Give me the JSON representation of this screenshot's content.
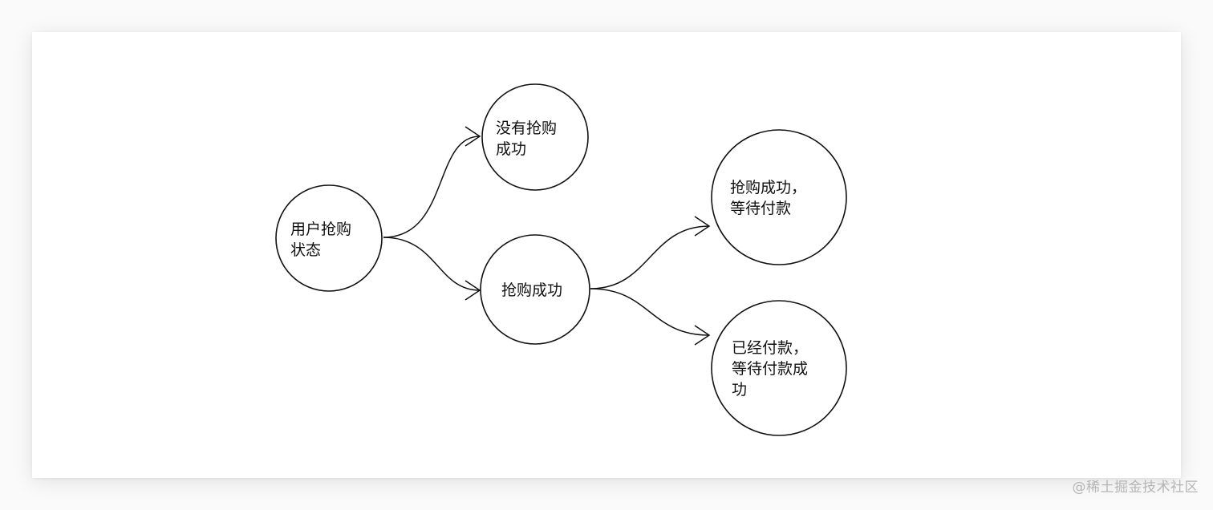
{
  "diagram": {
    "nodes": [
      {
        "id": "n1",
        "lines": [
          "用户抢购",
          "状态"
        ]
      },
      {
        "id": "n2",
        "lines": [
          "没有抢购",
          "成功"
        ]
      },
      {
        "id": "n3",
        "lines": [
          "抢购成功"
        ]
      },
      {
        "id": "n4",
        "lines": [
          "抢购成功，",
          "等待付款"
        ]
      },
      {
        "id": "n5",
        "lines": [
          "已经付款，",
          "等待付款成",
          "功"
        ]
      }
    ],
    "edges": [
      {
        "from": "n1",
        "to": "n2"
      },
      {
        "from": "n1",
        "to": "n3"
      },
      {
        "from": "n3",
        "to": "n4"
      },
      {
        "from": "n3",
        "to": "n5"
      }
    ]
  },
  "watermark": "@稀土掘金技术社区"
}
